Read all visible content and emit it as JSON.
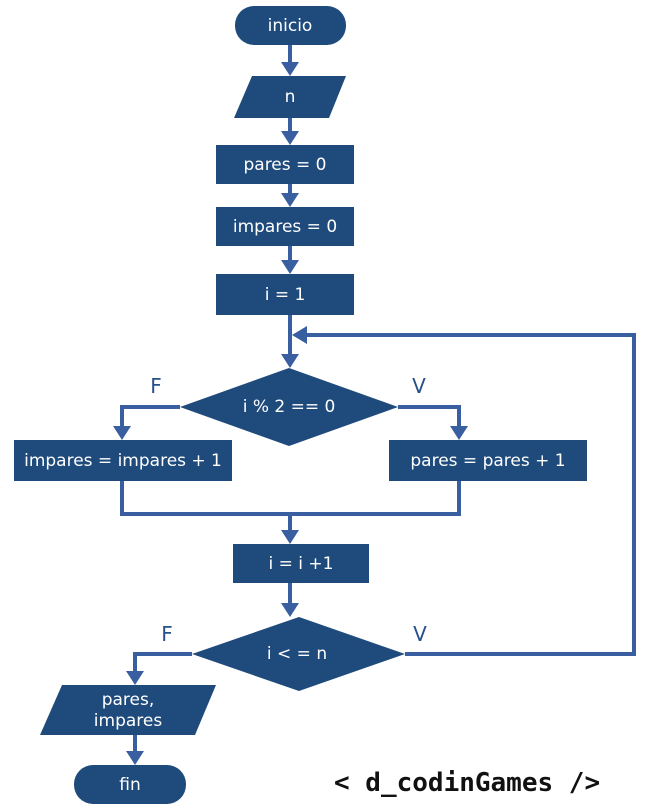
{
  "nodes": {
    "start": "inicio",
    "input_n": "n",
    "init_pares": "pares = 0",
    "init_impares": "impares = 0",
    "init_i": "i  = 1",
    "cond_even": "i % 2 == 0",
    "inc_impares": "impares = impares + 1",
    "inc_pares": "pares = pares + 1",
    "inc_i": "i = i +1",
    "cond_loop": "i  < = n",
    "output_line1": "pares,",
    "output_line2": "impares",
    "end": "fin"
  },
  "branches": {
    "even_false": "F",
    "even_true": "V",
    "loop_false": "F",
    "loop_true": "V"
  },
  "brand": {
    "text": "< d_codinGames />"
  },
  "colors": {
    "shape_fill": "#1f4a7c",
    "connector": "#3a5fa0",
    "node_text": "#ffffff",
    "branch_label": "#25508a"
  }
}
